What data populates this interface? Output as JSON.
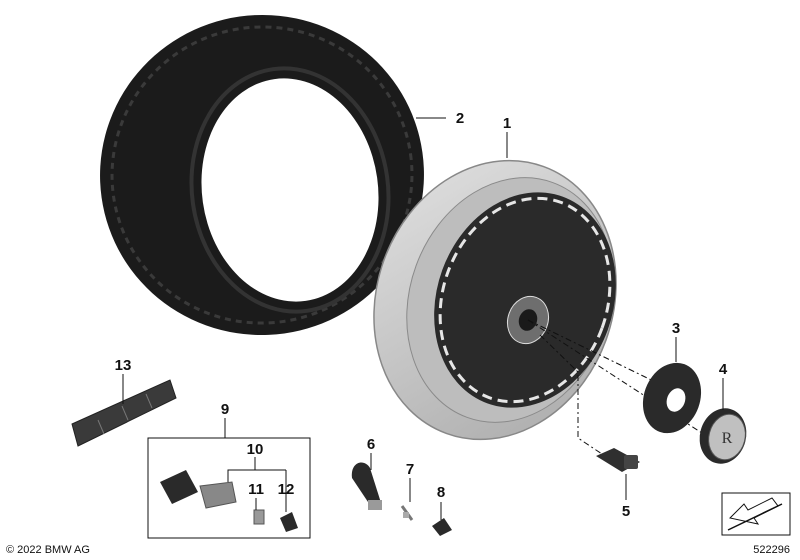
{
  "callouts": {
    "c1": "1",
    "c2": "2",
    "c3": "3",
    "c4": "4",
    "c5": "5",
    "c6": "6",
    "c7": "7",
    "c8": "8",
    "c9": "9",
    "c10": "10",
    "c11": "11",
    "c12": "12",
    "c13": "13"
  },
  "footer": {
    "copyright": "© 2022 BMW AG",
    "diagram_id": "522296"
  },
  "cap_logo": "R",
  "colors": {
    "tire": "#1b1b1b",
    "rim": "#c8c8c8",
    "dark_part": "#2a2a2a",
    "line": "#111111"
  },
  "icons": {
    "nav": "arrow-to-diagram-icon"
  }
}
